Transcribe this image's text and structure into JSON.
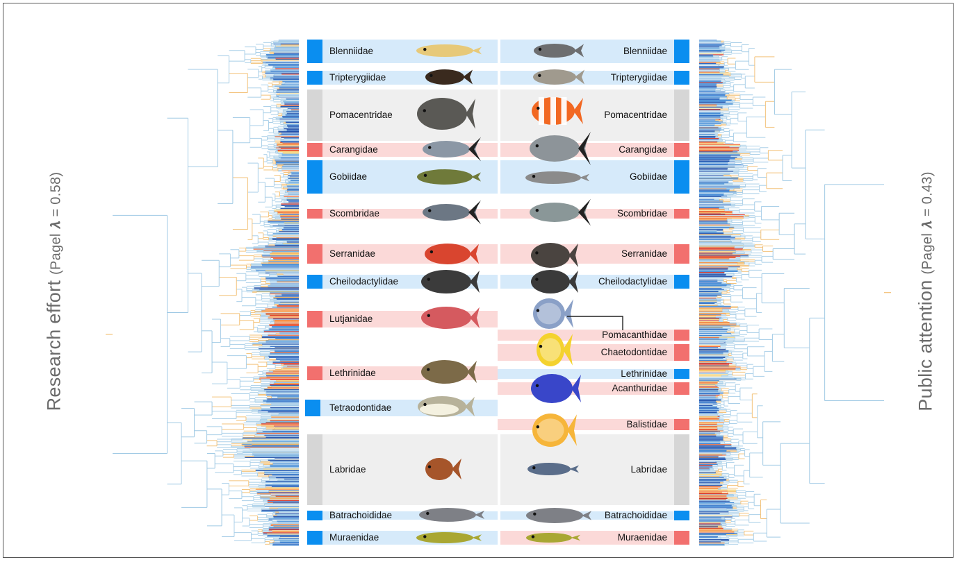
{
  "axis": {
    "left_title": "Research effort",
    "left_paren": "(Pagel 𝝀 = 0.58)",
    "right_title": "Public attention",
    "right_paren": "(Pagel 𝝀 = 0.43)"
  },
  "colors": {
    "high": "#0a8ef0",
    "low": "#f2706e",
    "neutral": "#d6d6d6",
    "band_high": "#d6eafa",
    "band_low": "#fbd9d8",
    "band_neutral": "#efefef"
  },
  "left_families": [
    {
      "name": "Blenniidae",
      "status": "high",
      "fish_icon": "blenny-icon"
    },
    {
      "name": "Tripterygiidae",
      "status": "high",
      "fish_icon": "triplefin-icon"
    },
    {
      "name": "Pomacentridae",
      "status": "neutral",
      "fish_icon": "damselfish-icon"
    },
    {
      "name": "Carangidae",
      "status": "low",
      "fish_icon": "jack-icon"
    },
    {
      "name": "Gobiidae",
      "status": "high",
      "fish_icon": "goby-icon"
    },
    {
      "name": "Scombridae",
      "status": "low",
      "fish_icon": "tuna-icon"
    },
    {
      "name": "Serranidae",
      "status": "low",
      "fish_icon": "grouper-icon"
    },
    {
      "name": "Cheilodactylidae",
      "status": "high",
      "fish_icon": "morwong-icon"
    },
    {
      "name": "Lutjanidae",
      "status": "low",
      "fish_icon": "snapper-icon"
    },
    {
      "name": "Lethrinidae",
      "status": "low",
      "fish_icon": "emperor-icon"
    },
    {
      "name": "Tetraodontidae",
      "status": "high",
      "fish_icon": "pufferfish-icon"
    },
    {
      "name": "Labridae",
      "status": "neutral",
      "fish_icon": "wrasse-icon"
    },
    {
      "name": "Batrachoididae",
      "status": "high",
      "fish_icon": "toadfish-icon"
    },
    {
      "name": "Muraenidae",
      "status": "high",
      "fish_icon": "moray-icon"
    }
  ],
  "right_families": [
    {
      "name": "Blenniidae",
      "status": "high",
      "fish_icon": "blenny-icon"
    },
    {
      "name": "Tripterygiidae",
      "status": "high",
      "fish_icon": "triplefin-icon"
    },
    {
      "name": "Pomacentridae",
      "status": "neutral",
      "fish_icon": "clownfish-icon"
    },
    {
      "name": "Carangidae",
      "status": "low",
      "fish_icon": "trevally-icon"
    },
    {
      "name": "Gobiidae",
      "status": "high",
      "fish_icon": "goby-icon"
    },
    {
      "name": "Scombridae",
      "status": "low",
      "fish_icon": "mackerel-icon"
    },
    {
      "name": "Serranidae",
      "status": "low",
      "fish_icon": "grouper-icon"
    },
    {
      "name": "Cheilodactylidae",
      "status": "high",
      "fish_icon": "morwong-icon"
    },
    {
      "name": "Pomacanthidae",
      "status": "low",
      "fish_icon": "angelfish-icon"
    },
    {
      "name": "Chaetodontidae",
      "status": "low",
      "fish_icon": "butterflyfish-icon"
    },
    {
      "name": "Lethrinidae",
      "status": "high",
      "fish_icon": ""
    },
    {
      "name": "Acanthuridae",
      "status": "low",
      "fish_icon": "surgeonfish-icon"
    },
    {
      "name": "Balistidae",
      "status": "low",
      "fish_icon": "triggerfish-icon"
    },
    {
      "name": "Labridae",
      "status": "neutral",
      "fish_icon": "wrasse-icon"
    },
    {
      "name": "Batrachoididae",
      "status": "high",
      "fish_icon": "toadfish-icon"
    },
    {
      "name": "Muraenidae",
      "status": "low",
      "fish_icon": "moray-icon"
    }
  ]
}
